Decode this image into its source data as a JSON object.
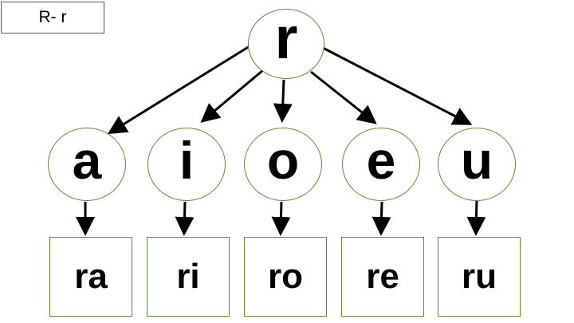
{
  "title": "R- r",
  "root": "r",
  "vowels": [
    "a",
    "i",
    "o",
    "e",
    "u"
  ],
  "syllables": [
    "ra",
    "ri",
    "ro",
    "re",
    "ru"
  ],
  "colors": {
    "outline": "#5e8a3a",
    "arrow": "#000000"
  }
}
